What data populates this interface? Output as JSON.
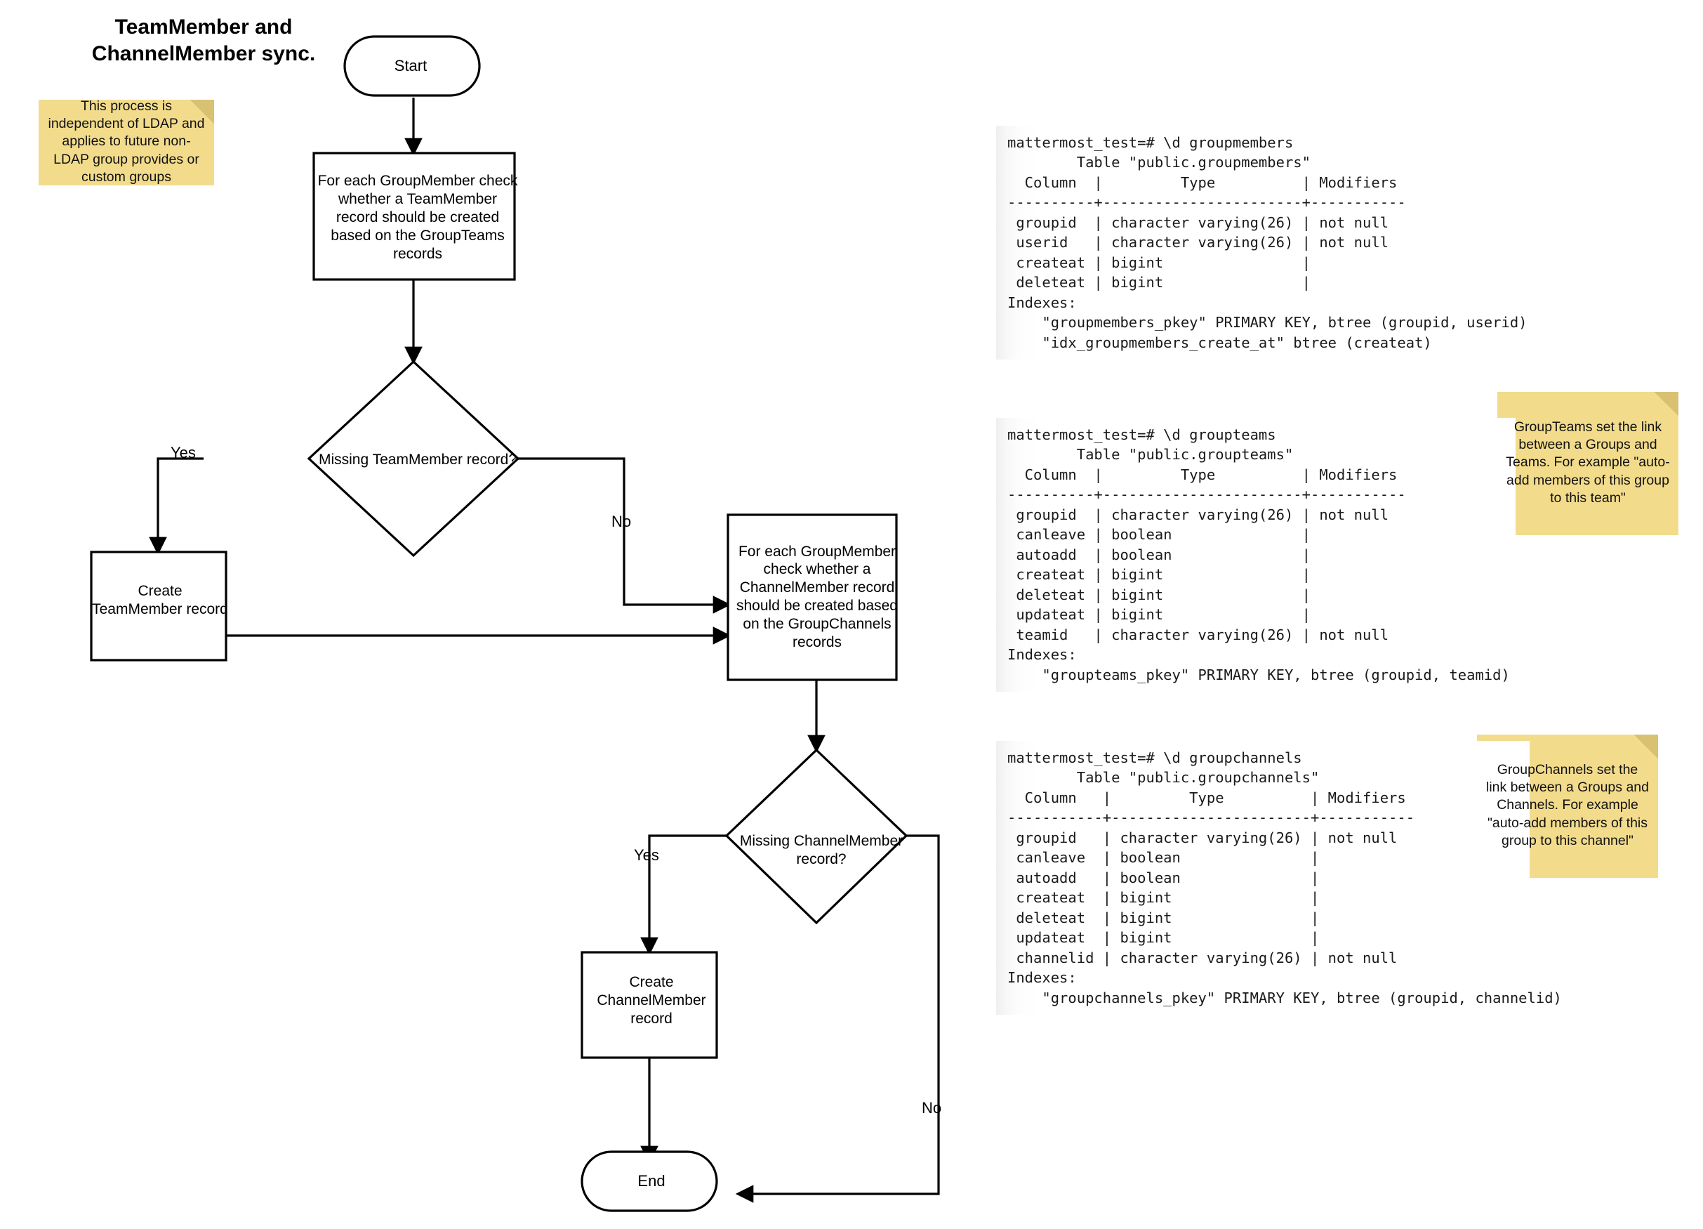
{
  "title": "TeamMember and\nChannelMember sync.",
  "title_lines": [
    "TeamMember and",
    "ChannelMember sync."
  ],
  "notes": {
    "ldap": "This process is independent of LDAP and applies to future non-LDAP group provides or custom groups",
    "groupteams": "GroupTeams set the link between a Groups and Teams. For example \"auto-add members of this group to this team\"",
    "groupchannels": "GroupChannels set the link between a Groups and Channels. For example \"auto-add members of this group to this channel\""
  },
  "flow": {
    "start": "Start",
    "process_teammember": "For each GroupMember check whether a TeamMember record should be created based on the GroupTeams records",
    "decision_teammember": "Missing TeamMember record?",
    "create_teammember": "Create TeamMember record",
    "process_channelmember": "For each GroupMember check whether a ChannelMember record should be created based on the GroupChannels records",
    "decision_channelmember": "Missing ChannelMember record?",
    "create_channelmember": "Create ChannelMember record",
    "end": "End",
    "labels": {
      "yes1": "Yes",
      "no1": "No",
      "yes2": "Yes",
      "no2": "No"
    }
  },
  "terminals": [
    {
      "name": "groupmembers",
      "prompt": "mattermost_test=# \\d groupmembers",
      "text": "mattermost_test=# \\d groupmembers\n        Table \"public.groupmembers\"\n  Column  |         Type          | Modifiers\n----------+-----------------------+-----------\n groupid  | character varying(26) | not null\n userid   | character varying(26) | not null\n createat | bigint                |\n deleteat | bigint                |\nIndexes:\n    \"groupmembers_pkey\" PRIMARY KEY, btree (groupid, userid)\n    \"idx_groupmembers_create_at\" btree (createat)",
      "table": "public.groupmembers",
      "headers": [
        "Column",
        "Type",
        "Modifiers"
      ],
      "rows": [
        [
          "groupid",
          "character varying(26)",
          "not null"
        ],
        [
          "userid",
          "character varying(26)",
          "not null"
        ],
        [
          "createat",
          "bigint",
          ""
        ],
        [
          "deleteat",
          "bigint",
          ""
        ]
      ],
      "indexes": [
        "\"groupmembers_pkey\" PRIMARY KEY, btree (groupid, userid)",
        "\"idx_groupmembers_create_at\" btree (createat)"
      ]
    },
    {
      "name": "groupteams",
      "prompt": "mattermost_test=# \\d groupteams",
      "text": "mattermost_test=# \\d groupteams\n        Table \"public.groupteams\"\n  Column  |         Type          | Modifiers\n----------+-----------------------+-----------\n groupid  | character varying(26) | not null\n canleave | boolean               |\n autoadd  | boolean               |\n createat | bigint                |\n deleteat | bigint                |\n updateat | bigint                |\n teamid   | character varying(26) | not null\nIndexes:\n    \"groupteams_pkey\" PRIMARY KEY, btree (groupid, teamid)",
      "table": "public.groupteams",
      "headers": [
        "Column",
        "Type",
        "Modifiers"
      ],
      "rows": [
        [
          "groupid",
          "character varying(26)",
          "not null"
        ],
        [
          "canleave",
          "boolean",
          ""
        ],
        [
          "autoadd",
          "boolean",
          ""
        ],
        [
          "createat",
          "bigint",
          ""
        ],
        [
          "deleteat",
          "bigint",
          ""
        ],
        [
          "updateat",
          "bigint",
          ""
        ],
        [
          "teamid",
          "character varying(26)",
          "not null"
        ]
      ],
      "indexes": [
        "\"groupteams_pkey\" PRIMARY KEY, btree (groupid, teamid)"
      ]
    },
    {
      "name": "groupchannels",
      "prompt": "mattermost_test=# \\d groupchannels",
      "text": "mattermost_test=# \\d groupchannels\n        Table \"public.groupchannels\"\n  Column   |         Type          | Modifiers\n-----------+-----------------------+-----------\n groupid   | character varying(26) | not null\n canleave  | boolean               |\n autoadd   | boolean               |\n createat  | bigint                |\n deleteat  | bigint                |\n updateat  | bigint                |\n channelid | character varying(26) | not null\nIndexes:\n    \"groupchannels_pkey\" PRIMARY KEY, btree (groupid, channelid)",
      "table": "public.groupchannels",
      "headers": [
        "Column",
        "Type",
        "Modifiers"
      ],
      "rows": [
        [
          "groupid",
          "character varying(26)",
          "not null"
        ],
        [
          "canleave",
          "boolean",
          ""
        ],
        [
          "autoadd",
          "boolean",
          ""
        ],
        [
          "createat",
          "bigint",
          ""
        ],
        [
          "deleteat",
          "bigint",
          ""
        ],
        [
          "updateat",
          "bigint",
          ""
        ],
        [
          "channelid",
          "character varying(26)",
          "not null"
        ]
      ],
      "indexes": [
        "\"groupchannels_pkey\" PRIMARY KEY, btree (groupid, channelid)"
      ]
    }
  ],
  "colors": {
    "sticky_fill": "#f2dc8c",
    "sticky_fold": "#d8c173",
    "node_stroke": "#000000",
    "node_fill": "#ffffff",
    "background": "#ffffff"
  }
}
